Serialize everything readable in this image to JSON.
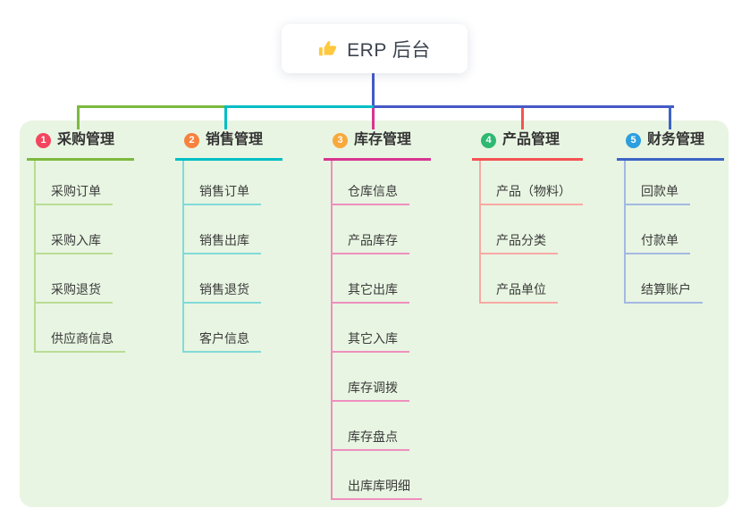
{
  "root": {
    "label": "ERP 后台",
    "icon": "thumbs-up-icon",
    "icon_color": "#FFC83D"
  },
  "canvas": {
    "panel_bg": "#E8F5E2",
    "root_connector_color": "#4459C7"
  },
  "branches": [
    {
      "badge": "1",
      "label": "采购管理",
      "badge_color": "#F3465E",
      "line_color": "#7CBA3F",
      "child_line_color": "#B9DC94",
      "children": [
        "采购订单",
        "采购入库",
        "采购退货",
        "供应商信息"
      ]
    },
    {
      "badge": "2",
      "label": "销售管理",
      "badge_color": "#F6823E",
      "line_color": "#00BEC4",
      "child_line_color": "#82DAD8",
      "children": [
        "销售订单",
        "销售出库",
        "销售退货",
        "客户信息"
      ]
    },
    {
      "badge": "3",
      "label": "库存管理",
      "badge_color": "#F9A83C",
      "line_color": "#D83490",
      "child_line_color": "#EF8FBE",
      "children": [
        "仓库信息",
        "产品库存",
        "其它出库",
        "其它入库",
        "库存调拨",
        "库存盘点",
        "出库库明细"
      ]
    },
    {
      "badge": "4",
      "label": "产品管理",
      "badge_color": "#2EB872",
      "line_color": "#F45352",
      "child_line_color": "#F8A9A4",
      "children": [
        "产品（物料）",
        "产品分类",
        "产品单位"
      ]
    },
    {
      "badge": "5",
      "label": "财务管理",
      "badge_color": "#2D9EDE",
      "line_color": "#3C64C5",
      "child_line_color": "#A3B9E2",
      "children": [
        "回款单",
        "付款单",
        "结算账户"
      ]
    }
  ]
}
